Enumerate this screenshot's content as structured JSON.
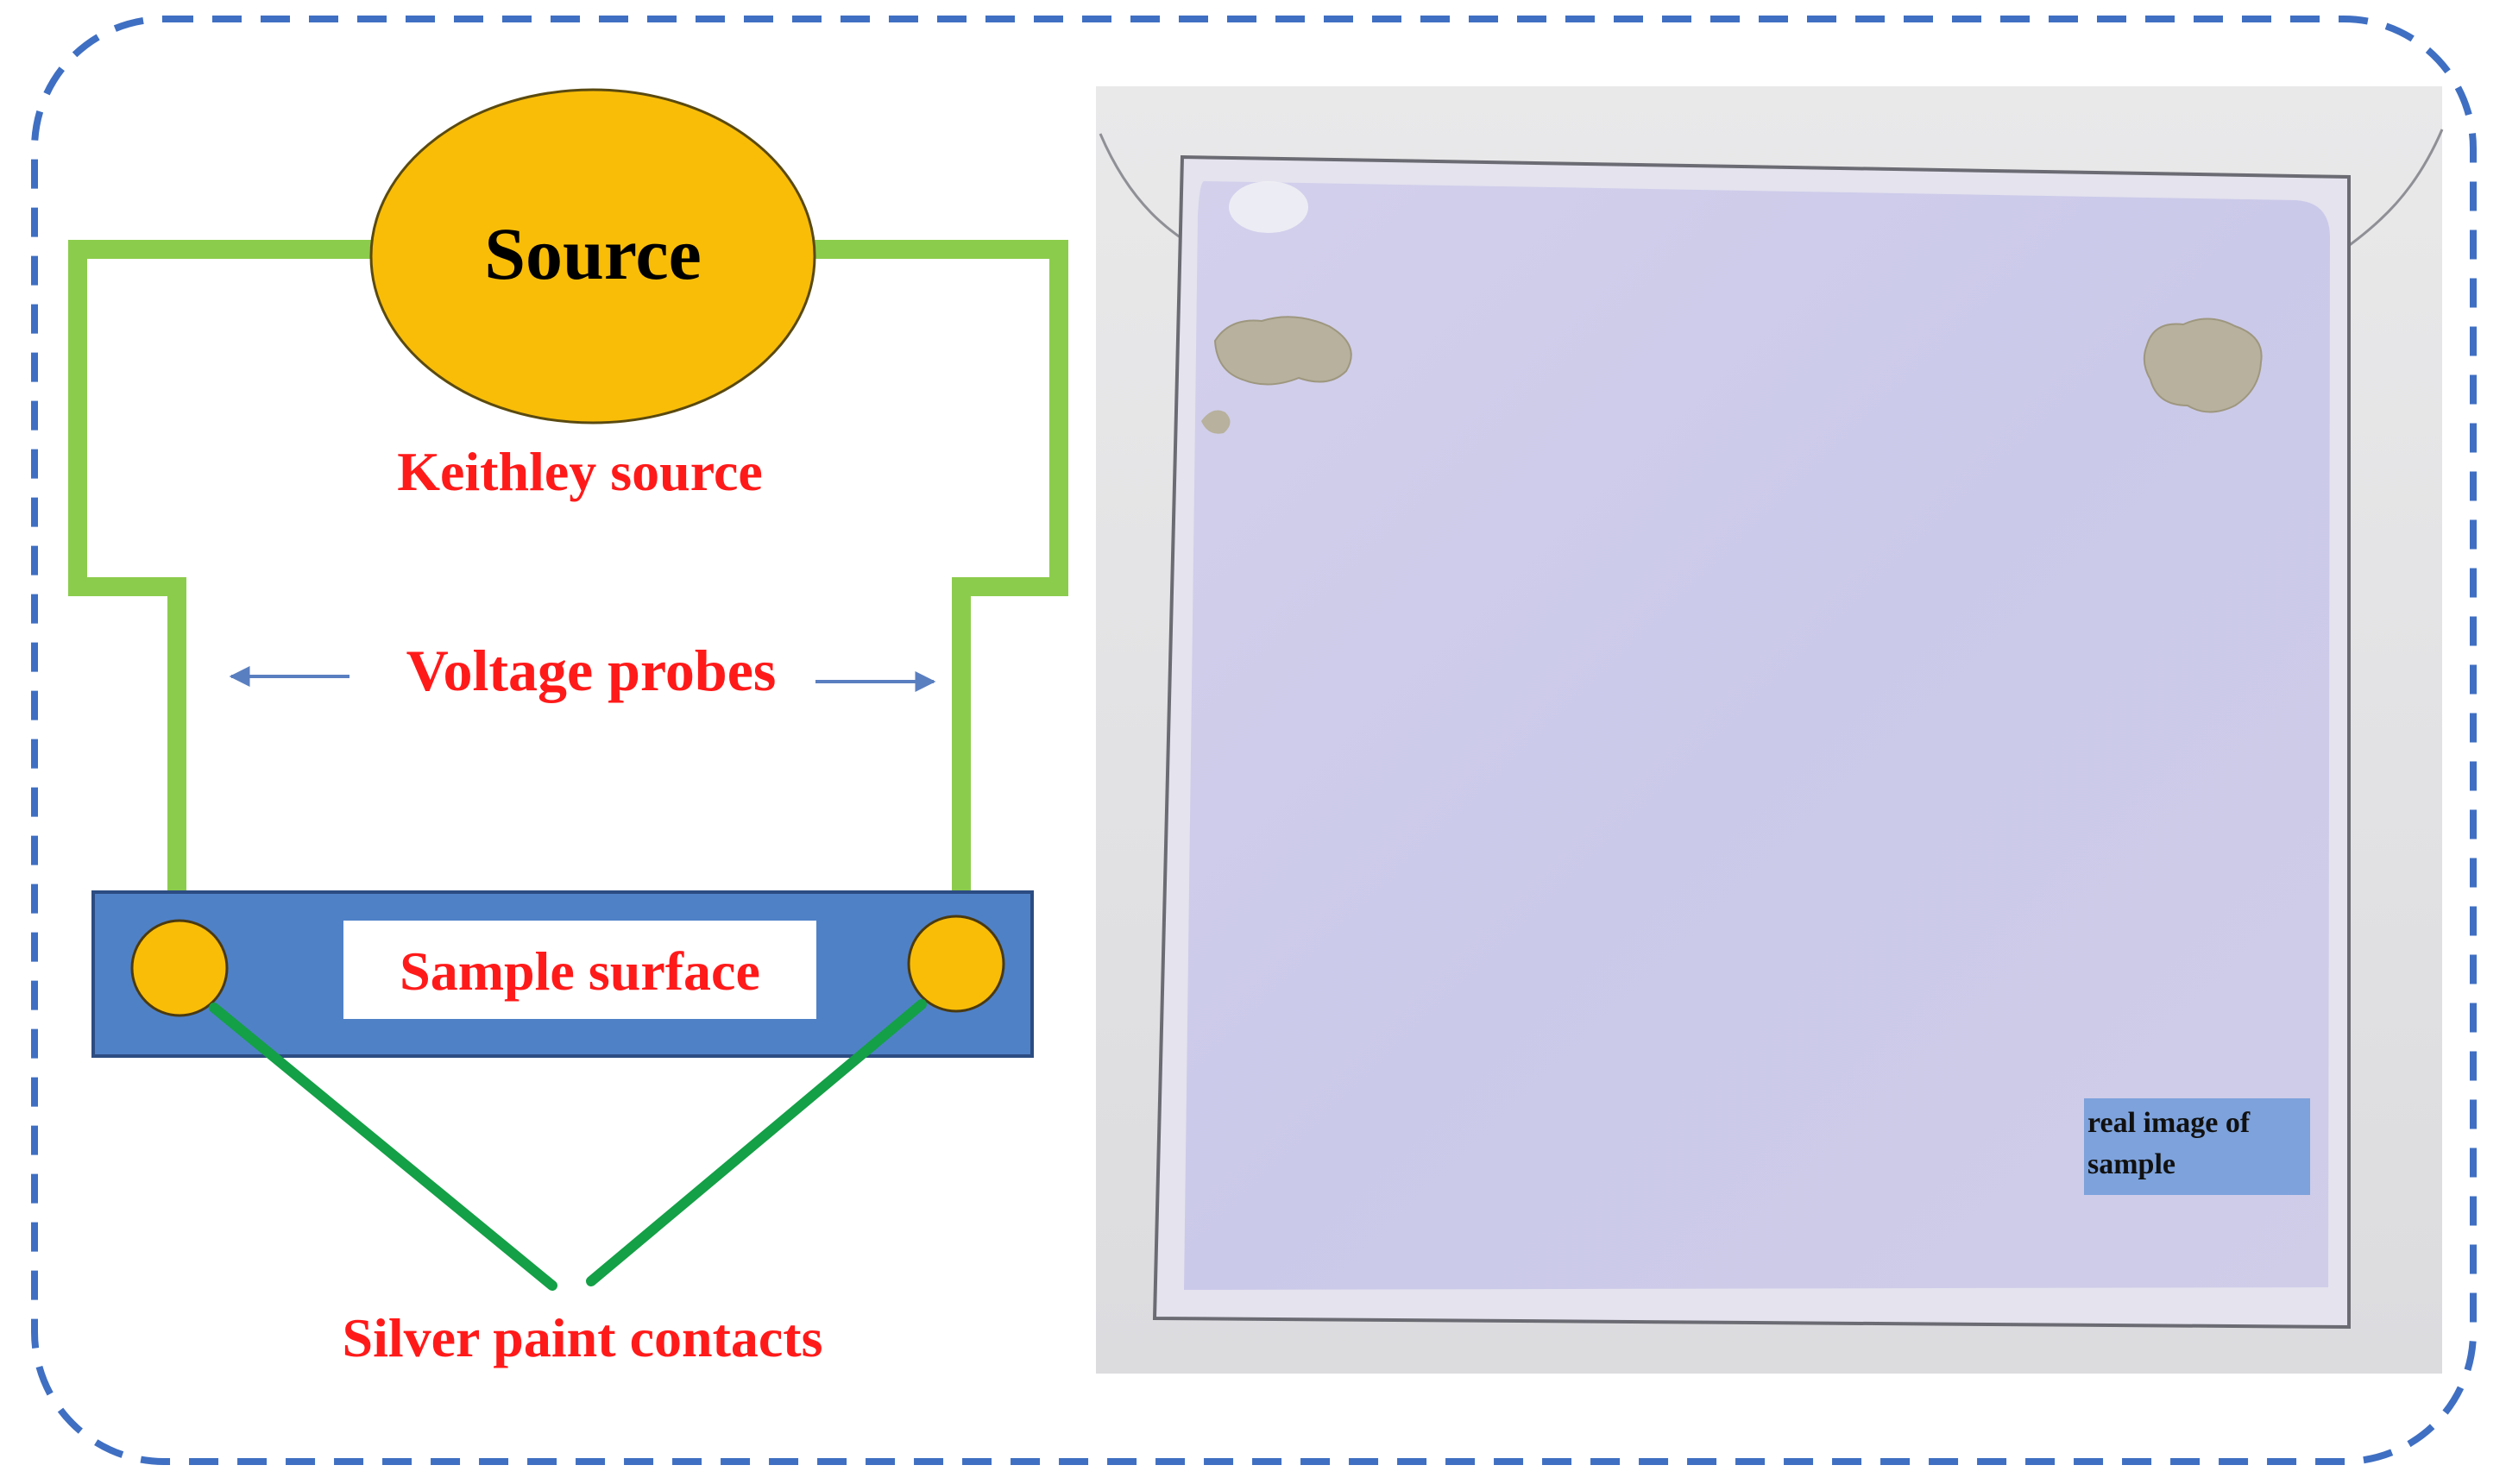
{
  "diagram": {
    "source_label": "Source",
    "keithley_label": "Keithley source",
    "voltage_probes_label": "Voltage probes",
    "sample_surface_label": "Sample surface",
    "silver_paint_label": "Silver paint contacts"
  },
  "photo": {
    "caption_line1": "real image of",
    "caption_line2": "sample"
  },
  "colors": {
    "frame_border": "#3f6fc2",
    "wire_green": "#8ccc4c",
    "contact_line": "#14a046",
    "source_fill": "#f9bd08",
    "sample_bar": "#4f81c7",
    "label_red": "#ff1a1a",
    "arrow_blue": "#5a7fc0",
    "plate_lavender": "#cdcbe8",
    "caption_box": "#7da2dc"
  }
}
